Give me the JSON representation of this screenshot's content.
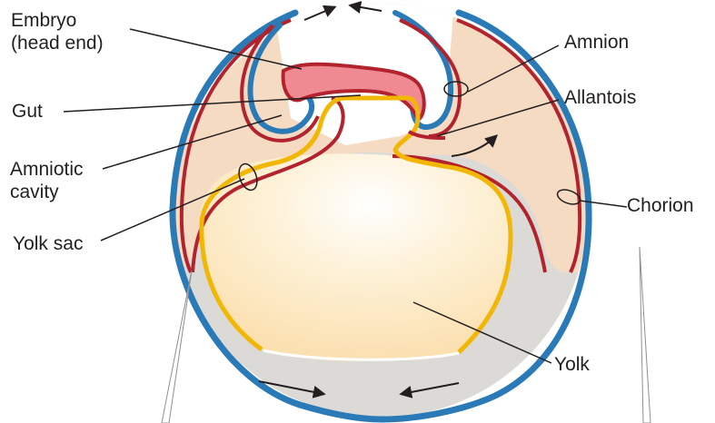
{
  "diagram": {
    "colors": {
      "chorion": "#2a7ab8",
      "amnion": "#b3232d",
      "yolk_sac": "#f2b705",
      "embryo": "#ef8a93",
      "mesoderm_fill": "#f6dbc3",
      "yolk": "#fde9bf",
      "albumen": "#dcdad6"
    },
    "labels": {
      "embryo_line1": "Embryo",
      "embryo_line2": "(head end)",
      "gut": "Gut",
      "amniotic_line1": "Amniotic",
      "amniotic_line2": "cavity",
      "yolk_sac": "Yolk sac",
      "amnion": "Amnion",
      "allantois": "Allantois",
      "chorion": "Chorion",
      "yolk": "Yolk"
    }
  }
}
